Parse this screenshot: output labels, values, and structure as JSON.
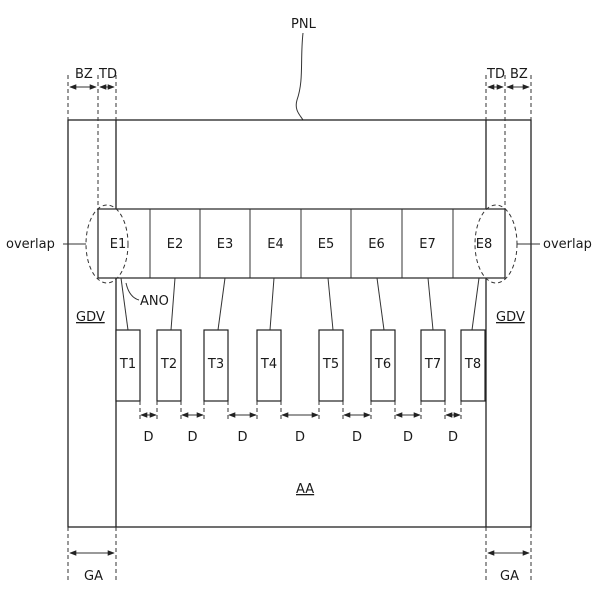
{
  "panel_label": "PNL",
  "active_area_label": "AA",
  "gate_driver_label": "GDV",
  "anode_label": "ANO",
  "overlap_label": "overlap",
  "bezel_label": "BZ",
  "transition_label": "TD",
  "gate_area_label": "GA",
  "spacing_label": "D",
  "electrodes": [
    "E1",
    "E2",
    "E3",
    "E4",
    "E5",
    "E6",
    "E7",
    "E8"
  ],
  "transistors": [
    "T1",
    "T2",
    "T3",
    "T4",
    "T5",
    "T6",
    "T7",
    "T8"
  ]
}
